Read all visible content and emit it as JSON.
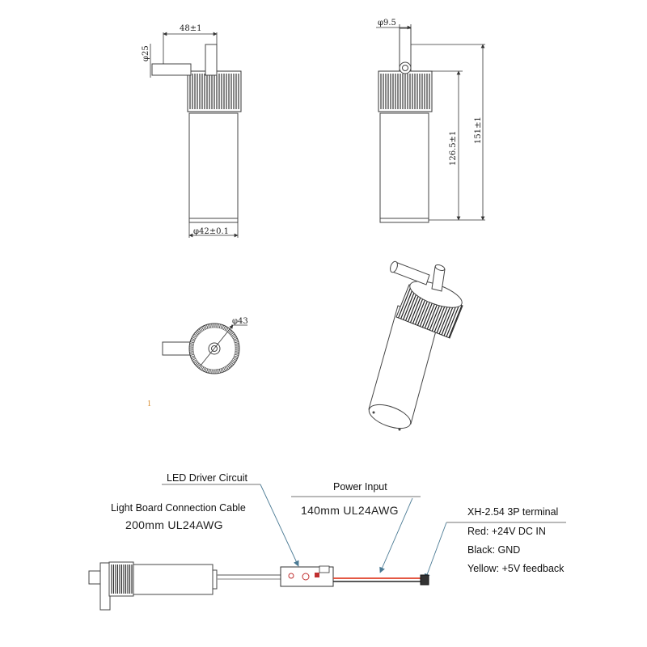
{
  "dimensions": {
    "arm_length": "48±1",
    "arm_diameter": "φ25",
    "nozzle_diameter": "φ9.5",
    "body_diameter": "φ42±0.1",
    "body_height": "126.5±1",
    "total_height": "151±1",
    "knob_diameter": "φ43"
  },
  "page_marker": "1",
  "wiring": {
    "driver_label": "LED Driver Circuit",
    "cable_title": "Light Board Connection Cable",
    "cable_spec": "200mm UL24AWG",
    "power_title": "Power Input",
    "power_spec": "140mm UL24AWG",
    "terminal_title": "XH-2.54 3P terminal",
    "pins": [
      "Red: +24V DC IN",
      "Black: GND",
      "Yellow: +5V feedback"
    ]
  },
  "colors": {
    "line": "#333333",
    "leader": "#4a7a94",
    "red_wire": "#e0402a",
    "board": "#c03030",
    "marker": "#d98a2b"
  }
}
